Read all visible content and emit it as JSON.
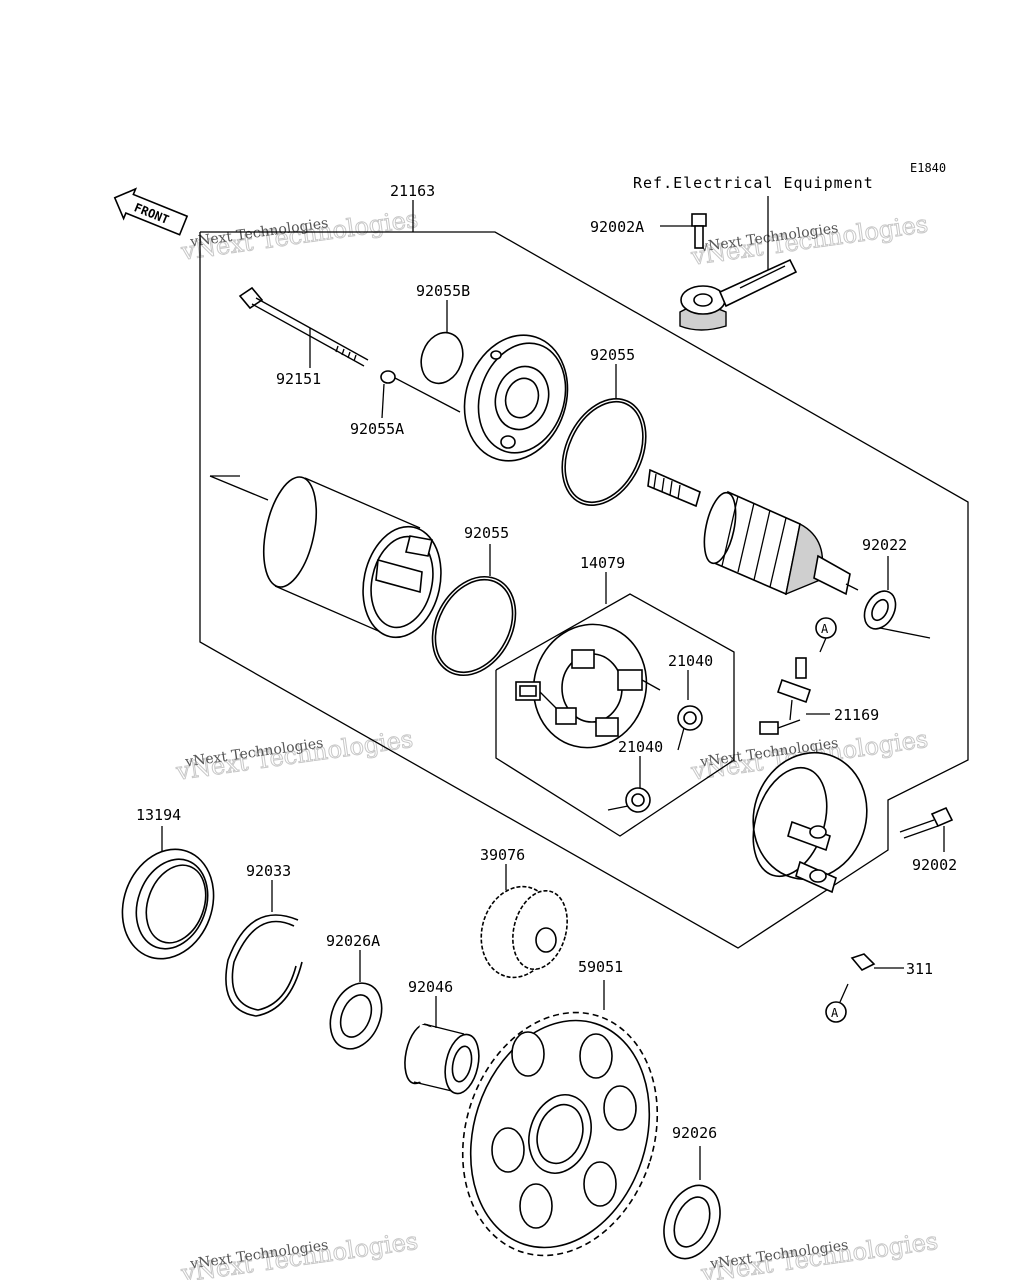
{
  "diagram": {
    "code": "E1840",
    "ref_text": "Ref.Electrical Equipment",
    "front_label": "FRONT",
    "labels": {
      "l21163": "21163",
      "l92002A": "92002A",
      "l92055B": "92055B",
      "l92151": "92151",
      "l92055A": "92055A",
      "l92055_top": "92055",
      "l92055_mid": "92055",
      "l14079": "14079",
      "l92022": "92022",
      "l21040_a": "21040",
      "l21040_b": "21040",
      "l21169": "21169",
      "l92002": "92002",
      "l13194": "13194",
      "l92033": "92033",
      "l39076": "39076",
      "l92026A": "92026A",
      "l59051": "59051",
      "l92046": "92046",
      "l311": "311",
      "l92026": "92026",
      "marker_a_top": "A",
      "marker_a_bottom": "A"
    },
    "watermark": {
      "line1": "vNext Technologies",
      "line2": "vNext Technologies"
    }
  }
}
